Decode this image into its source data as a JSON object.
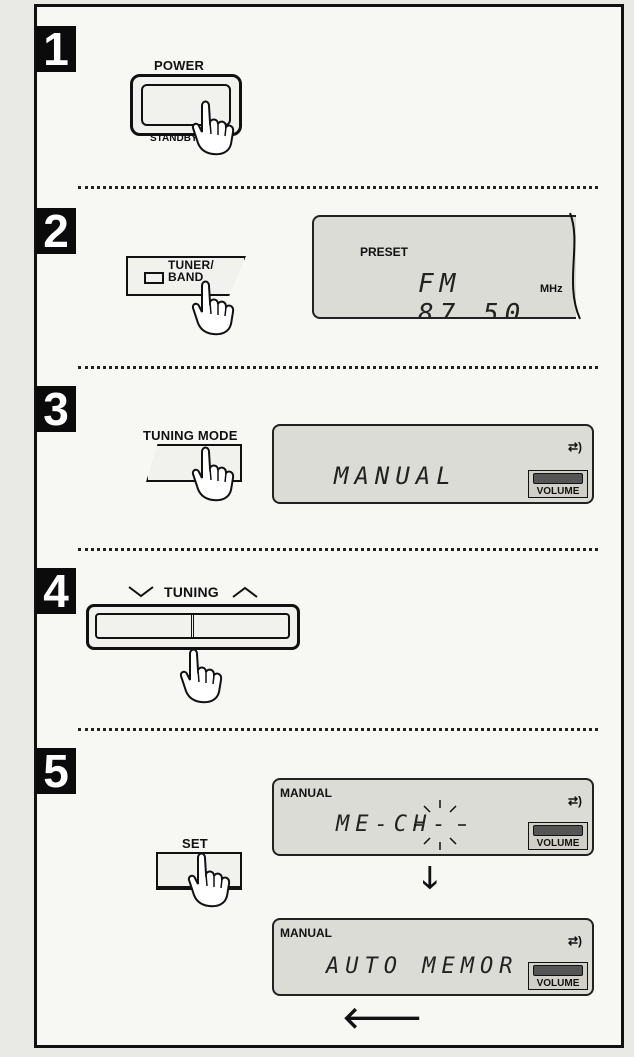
{
  "steps": [
    {
      "number": "1",
      "button": "POWER",
      "sublabel": "STANDBY/ON"
    },
    {
      "number": "2",
      "button": "TUNER/ BAND",
      "display": {
        "label": "PRESET",
        "text": "FM 87.50",
        "unit": "MHz"
      }
    },
    {
      "number": "3",
      "button": "TUNING MODE",
      "display": {
        "text": "MANUAL",
        "badge": "VOLUME"
      }
    },
    {
      "number": "4",
      "button": "TUNING"
    },
    {
      "number": "5",
      "button": "SET",
      "display1": {
        "label": "MANUAL",
        "text": "ME-CH-",
        "badge": "VOLUME"
      },
      "display2": {
        "label": "MANUAL",
        "text": "AUTO MEMOR",
        "badge": "VOLUME"
      }
    }
  ],
  "icons": {
    "hand": "hand-pointer-icon",
    "down_arrow": "arrow-down-icon",
    "left_arrow": "arrow-left-icon"
  }
}
